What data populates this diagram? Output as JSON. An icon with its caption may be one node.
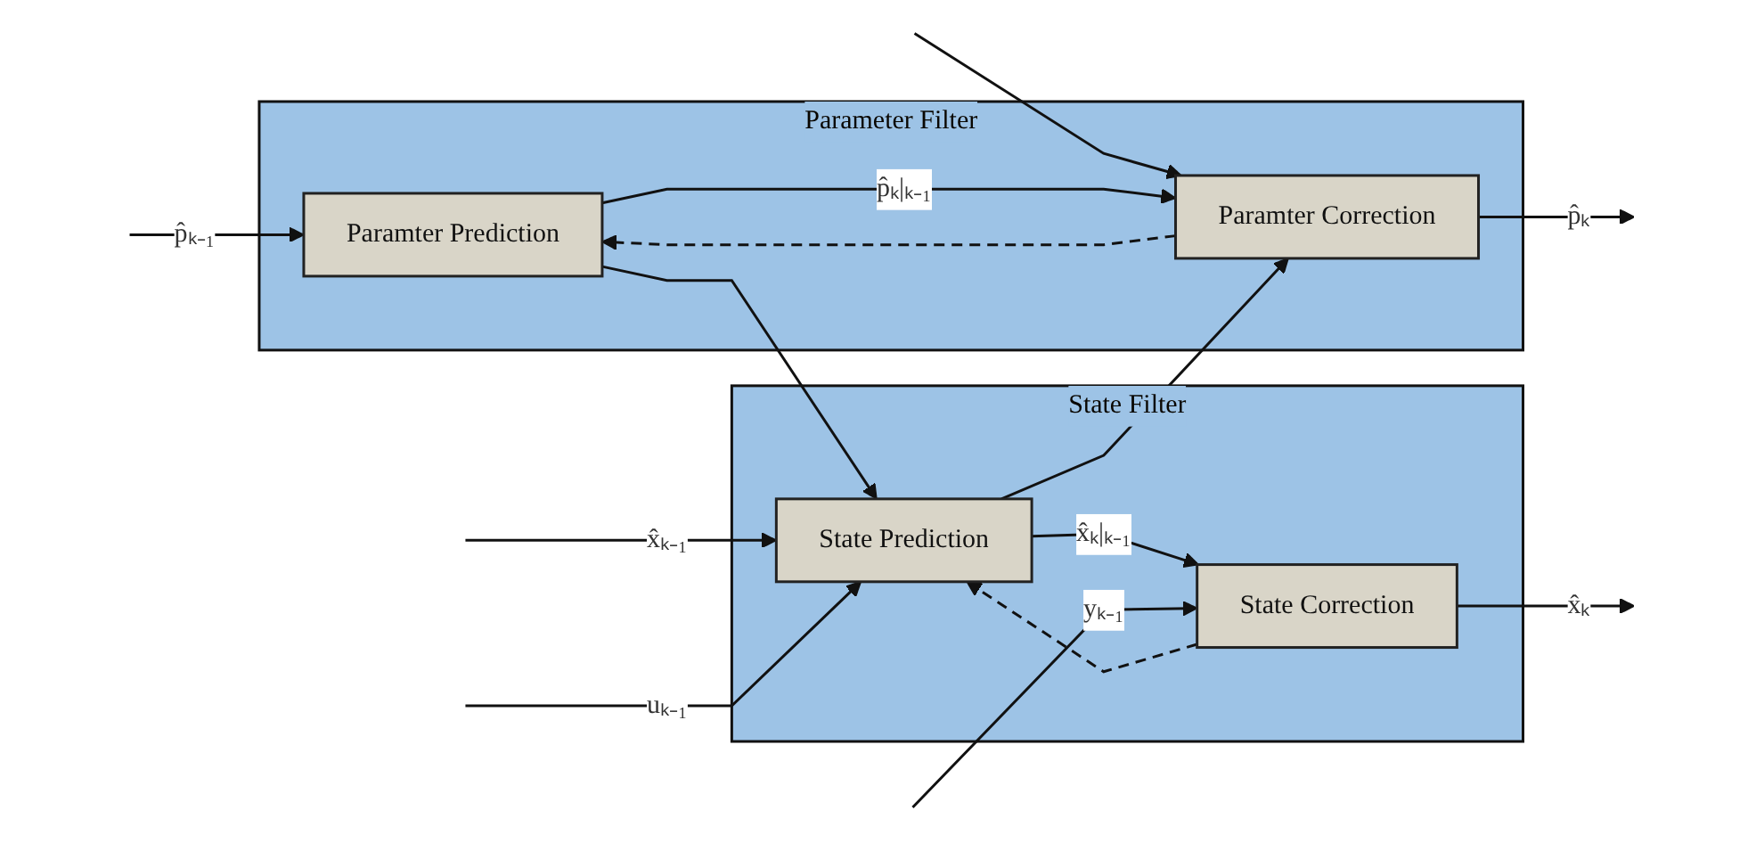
{
  "diagram": {
    "nodes": [
      {
        "text": [
          "State Filter"
        ]
      },
      {
        "text": [
          "State Prediction"
        ],
        "in": 0
      },
      {
        "text": [
          "State Correction"
        ],
        "in": 0
      },
      {
        "text": [
          "Parameter Filter"
        ]
      },
      {
        "text": [
          "Paramter Prediction"
        ],
        "in": 3
      },
      {
        "text": [
          "Paramter Correction"
        ],
        "in": 3
      }
    ],
    "edges": [
      {
        "from": null,
        "to": 1,
        "arrow": "to",
        "label": "x̂ₖ₋₁"
      },
      {
        "from": 1,
        "to": 2,
        "arrow": "to",
        "label": "x̂ₖ|ₖ₋₁"
      },
      {
        "from": 1,
        "to": 5,
        "arrow": "to"
      },
      {
        "from": 2,
        "to": null,
        "arrow": "to",
        "label": "x̂ₖ"
      },
      {
        "from": 2,
        "to": 1,
        "arrow": "to",
        "style": "dashed"
      },
      {
        "from": null,
        "to": 1,
        "arrow": "to",
        "label": "uₖ₋₁"
      },
      {
        "from": null,
        "to": 2,
        "arrow": "to",
        "label": "yₖ₋₁"
      },
      {
        "from": null,
        "to": 5,
        "arrow": "to"
      },
      {
        "from": null,
        "to": 4,
        "arrow": "to",
        "label": "p̂ₖ₋₁"
      },
      {
        "from": 4,
        "to": 5,
        "arrow": "to",
        "label": "p̂ₖ|ₖ₋₁"
      },
      {
        "from": 4,
        "to": 1,
        "arrow": "to"
      },
      {
        "from": 5,
        "to": null,
        "arrow": "to",
        "label": "p̂ₖ"
      },
      {
        "from": 5,
        "to": 4,
        "arrow": "to",
        "style": "dashed"
      }
    ]
  }
}
